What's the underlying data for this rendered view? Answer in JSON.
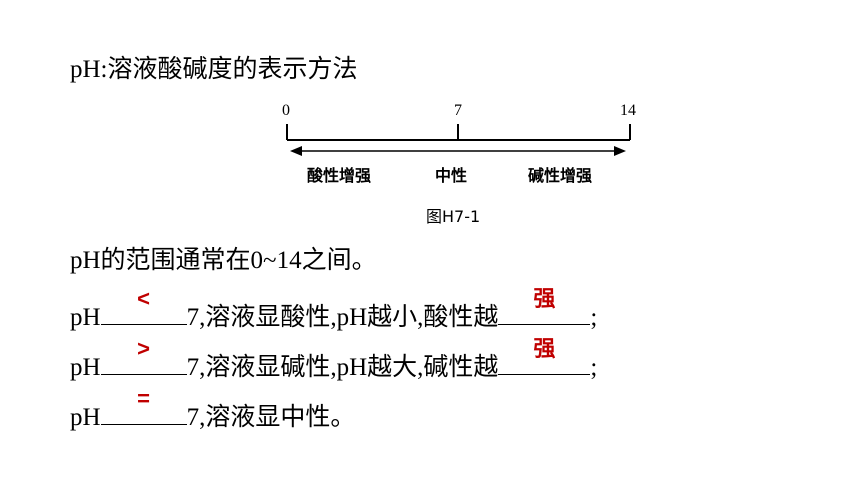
{
  "heading": "pH:溶液酸碱度的表示方法",
  "figure": {
    "ticks": [
      "0",
      "7",
      "14"
    ],
    "zones": [
      "酸性增强",
      "中性",
      "碱性增强"
    ],
    "caption": "图H7-1"
  },
  "range_text": "pH的范围通常在0~14之间。",
  "rows": [
    {
      "prefix": "pH",
      "answer": "<",
      "suffix": "7,溶液显酸性,pH越小,酸性越",
      "answer2": "强",
      "end": ";"
    },
    {
      "prefix": "pH",
      "answer": ">",
      "suffix": "7,溶液显碱性,pH越大,碱性越",
      "answer2": "强",
      "end": ";"
    },
    {
      "prefix": "pH",
      "answer": "=",
      "suffix": "7,溶液显中性。"
    }
  ],
  "answer_color": "#c00000"
}
